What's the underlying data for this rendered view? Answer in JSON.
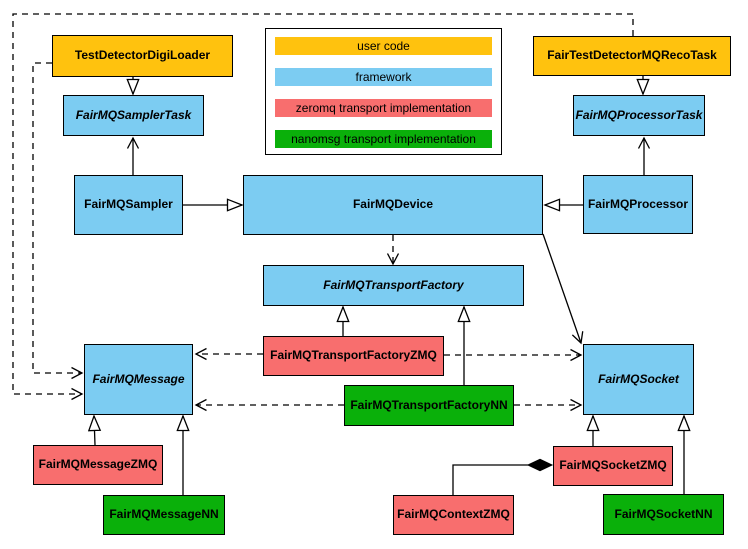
{
  "colors": {
    "user_code": "#FFC20E",
    "framework": "#7CCCF2",
    "zeromq": "#F86E6E",
    "nanomsg": "#0AB00A",
    "line": "#000000",
    "background": "#FFFFFF"
  },
  "legend": {
    "items": [
      {
        "label": "user code",
        "category": "user_code"
      },
      {
        "label": "framework",
        "category": "framework"
      },
      {
        "label": "zeromq transport implementation",
        "category": "zeromq"
      },
      {
        "label": "nanomsg transport implementation",
        "category": "nanomsg"
      }
    ]
  },
  "nodes": [
    {
      "id": "TestDetectorDigiLoader",
      "label": "TestDetectorDigiLoader",
      "category": "user_code",
      "abstract": false
    },
    {
      "id": "FairTestDetectorMQRecoTask",
      "label": "FairTestDetectorMQRecoTask",
      "category": "user_code",
      "abstract": false
    },
    {
      "id": "FairMQSamplerTask",
      "label": "FairMQSamplerTask",
      "category": "framework",
      "abstract": true
    },
    {
      "id": "FairMQProcessorTask",
      "label": "FairMQProcessorTask",
      "category": "framework",
      "abstract": true
    },
    {
      "id": "FairMQSampler",
      "label": "FairMQSampler",
      "category": "framework",
      "abstract": false
    },
    {
      "id": "FairMQDevice",
      "label": "FairMQDevice",
      "category": "framework",
      "abstract": false
    },
    {
      "id": "FairMQProcessor",
      "label": "FairMQProcessor",
      "category": "framework",
      "abstract": false
    },
    {
      "id": "FairMQTransportFactory",
      "label": "FairMQTransportFactory",
      "category": "framework",
      "abstract": true
    },
    {
      "id": "FairMQTransportFactoryZMQ",
      "label": "FairMQTransportFactoryZMQ",
      "category": "zeromq",
      "abstract": false
    },
    {
      "id": "FairMQTransportFactoryNN",
      "label": "FairMQTransportFactoryNN",
      "category": "nanomsg",
      "abstract": false
    },
    {
      "id": "FairMQMessage",
      "label": "FairMQMessage",
      "category": "framework",
      "abstract": true
    },
    {
      "id": "FairMQSocket",
      "label": "FairMQSocket",
      "category": "framework",
      "abstract": true
    },
    {
      "id": "FairMQMessageZMQ",
      "label": "FairMQMessageZMQ",
      "category": "zeromq",
      "abstract": false
    },
    {
      "id": "FairMQMessageNN",
      "label": "FairMQMessageNN",
      "category": "nanomsg",
      "abstract": false
    },
    {
      "id": "FairMQContextZMQ",
      "label": "FairMQContextZMQ",
      "category": "zeromq",
      "abstract": false
    },
    {
      "id": "FairMQSocketZMQ",
      "label": "FairMQSocketZMQ",
      "category": "zeromq",
      "abstract": false
    },
    {
      "id": "FairMQSocketNN",
      "label": "FairMQSocketNN",
      "category": "nanomsg",
      "abstract": false
    }
  ],
  "edges": [
    {
      "from": "TestDetectorDigiLoader",
      "to": "FairMQSamplerTask",
      "type": "inheritance"
    },
    {
      "from": "FairTestDetectorMQRecoTask",
      "to": "FairMQProcessorTask",
      "type": "inheritance"
    },
    {
      "from": "FairMQSampler",
      "to": "FairMQDevice",
      "type": "inheritance"
    },
    {
      "from": "FairMQProcessor",
      "to": "FairMQDevice",
      "type": "inheritance"
    },
    {
      "from": "FairMQTransportFactoryZMQ",
      "to": "FairMQTransportFactory",
      "type": "inheritance"
    },
    {
      "from": "FairMQTransportFactoryNN",
      "to": "FairMQTransportFactory",
      "type": "inheritance"
    },
    {
      "from": "FairMQMessageZMQ",
      "to": "FairMQMessage",
      "type": "inheritance"
    },
    {
      "from": "FairMQMessageNN",
      "to": "FairMQMessage",
      "type": "inheritance"
    },
    {
      "from": "FairMQSocketZMQ",
      "to": "FairMQSocket",
      "type": "inheritance"
    },
    {
      "from": "FairMQSocketNN",
      "to": "FairMQSocket",
      "type": "inheritance"
    },
    {
      "from": "FairMQSampler",
      "to": "FairMQSamplerTask",
      "type": "association"
    },
    {
      "from": "FairMQProcessor",
      "to": "FairMQProcessorTask",
      "type": "association"
    },
    {
      "from": "FairMQDevice",
      "to": "FairMQSocket",
      "type": "association"
    },
    {
      "from": "FairMQDevice",
      "to": "FairMQTransportFactory",
      "type": "dependency"
    },
    {
      "from": "FairMQTransportFactoryZMQ",
      "to": "FairMQMessage",
      "type": "dependency"
    },
    {
      "from": "FairMQTransportFactoryZMQ",
      "to": "FairMQSocket",
      "type": "dependency"
    },
    {
      "from": "FairMQTransportFactoryNN",
      "to": "FairMQMessage",
      "type": "dependency"
    },
    {
      "from": "FairMQTransportFactoryNN",
      "to": "FairMQSocket",
      "type": "dependency"
    },
    {
      "from": "TestDetectorDigiLoader",
      "to": "FairMQMessage",
      "type": "dependency"
    },
    {
      "from": "FairTestDetectorMQRecoTask",
      "to": "FairMQMessage",
      "type": "dependency"
    },
    {
      "from": "FairMQSocketZMQ",
      "to": "FairMQContextZMQ",
      "type": "composition"
    }
  ]
}
